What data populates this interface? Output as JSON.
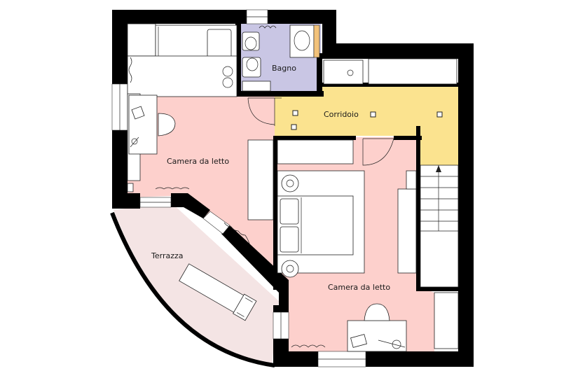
{
  "rooms": [
    {
      "id": "bagno",
      "label": "Bagno",
      "color": "#c9c6e4"
    },
    {
      "id": "corridoio",
      "label": "Corridoio",
      "color": "#fbe38f"
    },
    {
      "id": "camera1",
      "label": "Camera da letto",
      "color": "#fdd0cc"
    },
    {
      "id": "camera2",
      "label": "Camera da letto",
      "color": "#fdd0cc"
    },
    {
      "id": "terrazza",
      "label": "Terrazza",
      "color": "#f4e4e4"
    }
  ],
  "colors": {
    "wall": "#000000",
    "furniture": "#ffffff",
    "stroke": "#222222"
  }
}
